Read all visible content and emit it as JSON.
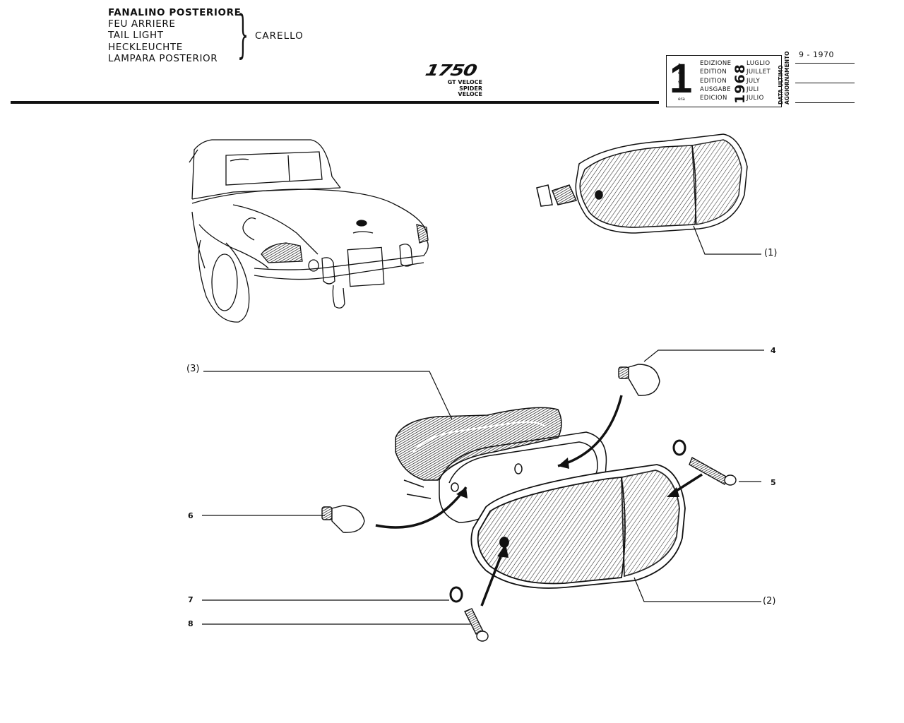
{
  "header": {
    "title_lines": [
      "FANALINO POSTERIORE",
      "FEU ARRIERE",
      "TAIL LIGHT",
      "HECKLEUCHTE",
      "LAMPARA POSTERIOR"
    ],
    "supplier": "CARELLO",
    "model": "1750",
    "variants": [
      "GT VELOCE",
      "SPIDER VELOCE"
    ]
  },
  "edition": {
    "number": "1",
    "ordinals": [
      "a",
      "ere",
      "st",
      ".",
      "era"
    ],
    "words": [
      "EDIZIONE",
      "EDITION",
      "EDITION",
      "AUSGABE",
      "EDICION"
    ],
    "year": "1968",
    "months": [
      "LUGLIO",
      "JUILLET",
      "JULY",
      "JULI",
      "JULIO"
    ],
    "update_label_lines": [
      "DATA ULTIMO",
      "AGGIORNAMENTO"
    ],
    "update_date": "9 - 1970"
  },
  "diagram": {
    "callouts": {
      "c1": "(1)",
      "c2": "(2)",
      "c3": "(3)",
      "p4": "4",
      "p5": "5",
      "p6": "6",
      "p7": "7",
      "p8": "8"
    }
  }
}
